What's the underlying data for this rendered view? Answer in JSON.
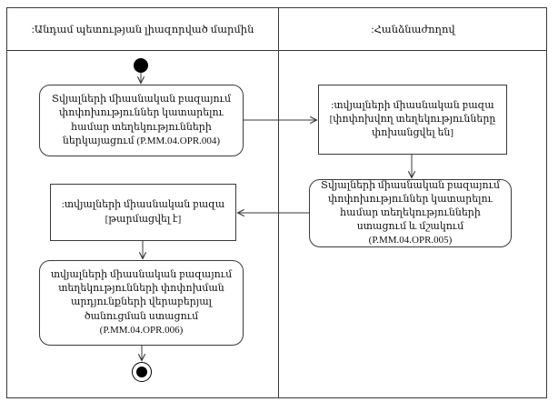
{
  "diagram": {
    "type": "uml-activity-swimlane",
    "header": {
      "left_lane": ":Անդամ պետության լիազորված մարմին",
      "right_lane": ":Հանձնաժողով"
    },
    "nodes": {
      "action_opr004": {
        "kind": "action",
        "lane": "left",
        "label": "Տվյալների միասնական բազայում փոփոխություններ կատարելու համար տեղեկությունների ներկայացում (P.MM.04.OPR.004)"
      },
      "object_transferred": {
        "kind": "object",
        "lane": "right",
        "label": ":տվյալների միասնական բազա [փոփոխվող տեղեկությունները փոխանցվել են]"
      },
      "action_opr005": {
        "kind": "action",
        "lane": "right",
        "label": "Տվյալների միասնական բազայում փոփոխություններ կատարելու համար տեղեկությունների ստացում և մշակում (P.MM.04.OPR.005)"
      },
      "object_updated": {
        "kind": "object",
        "lane": "left",
        "label": ":տվյալների միասնական բազա [թարմացվել է]"
      },
      "action_opr006": {
        "kind": "action",
        "lane": "left",
        "label": "տվյալների միասնական բազայում տեղեկությունների փոփոխման արդյունքների վերաբերյալ ծանուցման ստացում (P.MM.04.OPR.006)"
      }
    },
    "flow": [
      "start -> action_opr004",
      "action_opr004 -> object_transferred",
      "object_transferred -> action_opr005",
      "action_opr005 -> object_updated",
      "object_updated -> action_opr006",
      "action_opr006 -> end"
    ],
    "colors": {
      "line": "#3a3a3a",
      "node_fill": "#ffffff",
      "text": "#111111",
      "terminal_node": "#000000"
    }
  }
}
